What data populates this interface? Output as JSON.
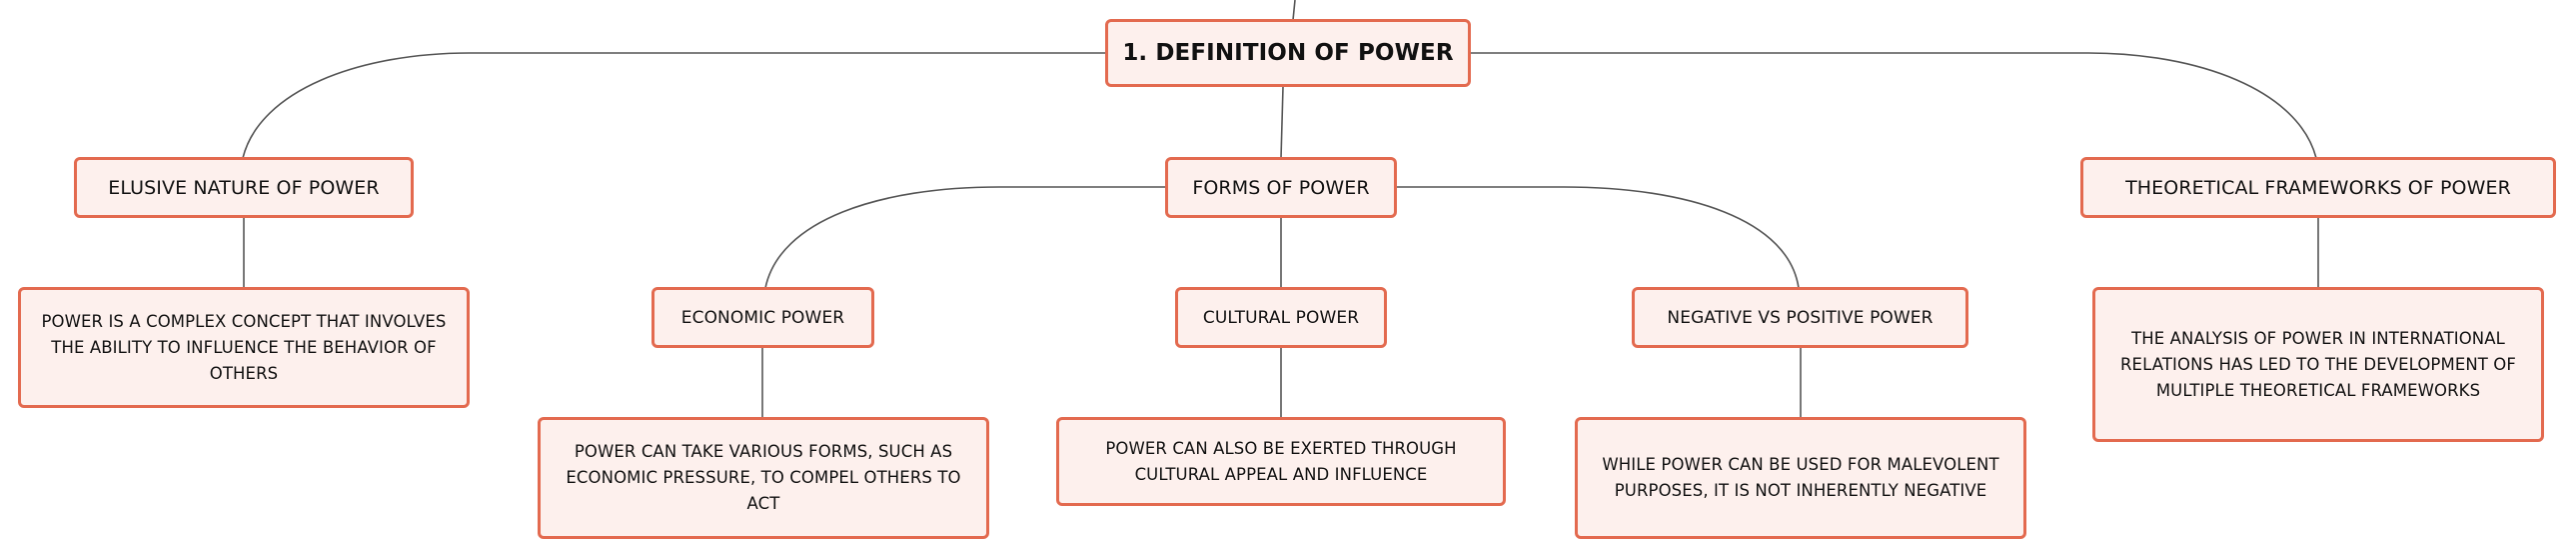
{
  "diagram": {
    "root": "1. DEFINITION OF POWER",
    "topics": {
      "elusive": "ELUSIVE NATURE OF POWER",
      "forms": "FORMS OF POWER",
      "frameworks": "THEORETICAL FRAMEWORKS OF POWER"
    },
    "subtopics": {
      "economic": "ECONOMIC POWER",
      "cultural": "CULTURAL POWER",
      "negpos": "NEGATIVE VS POSITIVE POWER"
    },
    "details": {
      "elusive": "POWER IS A COMPLEX CONCEPT THAT INVOLVES THE ABILITY TO INFLUENCE THE BEHAVIOR OF OTHERS",
      "economic": "POWER CAN TAKE VARIOUS FORMS, SUCH AS ECONOMIC PRESSURE, TO COMPEL OTHERS TO ACT",
      "cultural": "POWER CAN ALSO BE EXERTED THROUGH CULTURAL APPEAL AND INFLUENCE",
      "negpos": "WHILE POWER CAN BE USED FOR MALEVOLENT PURPOSES, IT IS NOT INHERENTLY NEGATIVE",
      "frameworks": "THE ANALYSIS OF POWER IN INTERNATIONAL RELATIONS HAS LED TO THE DEVELOPMENT OF MULTIPLE THEORETICAL FRAMEWORKS"
    },
    "colors": {
      "node_border": "#e36a4f",
      "node_fill": "#fdf0ed",
      "connector": "#555555"
    }
  }
}
